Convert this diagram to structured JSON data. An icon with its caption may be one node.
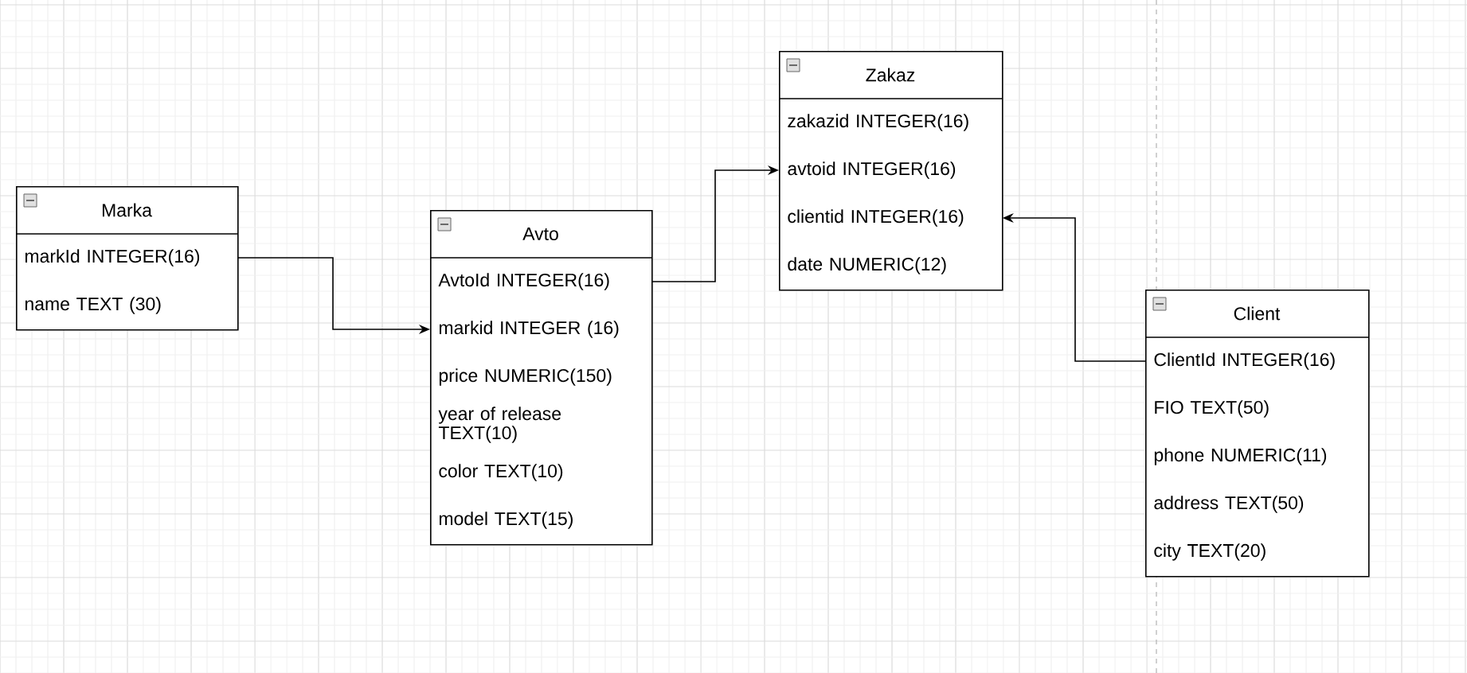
{
  "diagram": {
    "nodes": [
      {
        "text": [
          "Marka"
        ]
      },
      {
        "text": [
          "markId INTEGER(16)"
        ],
        "in": 0
      },
      {
        "text": [
          "name TEXT (30)"
        ],
        "in": 0
      },
      {
        "text": [
          "Avto"
        ]
      },
      {
        "text": [
          "AvtoId INTEGER(16)"
        ],
        "in": 3
      },
      {
        "text": [
          "markid INTEGER (16)"
        ],
        "in": 3
      },
      {
        "text": [
          "price NUMERIC(150)"
        ],
        "in": 3
      },
      {
        "text": [
          "year of release TEXT(10)"
        ],
        "in": 3
      },
      {
        "text": [
          "color TEXT(10)"
        ],
        "in": 3
      },
      {
        "text": [
          "model TEXT(15)"
        ],
        "in": 3
      },
      {
        "text": [
          "Zakaz"
        ]
      },
      {
        "text": [
          "zakazid INTEGER(16)"
        ],
        "in": 10
      },
      {
        "text": [
          "avtoid INTEGER(16)"
        ],
        "in": 10
      },
      {
        "text": [
          "clientid INTEGER(16)"
        ],
        "in": 10
      },
      {
        "text": [
          "date NUMERIC(12)"
        ],
        "in": 10
      },
      {
        "text": [
          "Client"
        ]
      },
      {
        "text": [
          "ClientId INTEGER(16)"
        ],
        "in": 15
      },
      {
        "text": [
          "FIO TEXT(50)"
        ],
        "in": 15
      },
      {
        "text": [
          "phone NUMERIC(11)"
        ],
        "in": 15
      },
      {
        "text": [
          "address TEXT(50)"
        ],
        "in": 15
      },
      {
        "text": [
          "city TEXT(20)"
        ],
        "in": 15
      }
    ],
    "edges": [
      {
        "from": 1,
        "to": 5,
        "arrow": "to"
      },
      {
        "from": 4,
        "to": 12,
        "arrow": "to"
      },
      {
        "from": 16,
        "to": 13,
        "arrow": "to"
      }
    ]
  }
}
